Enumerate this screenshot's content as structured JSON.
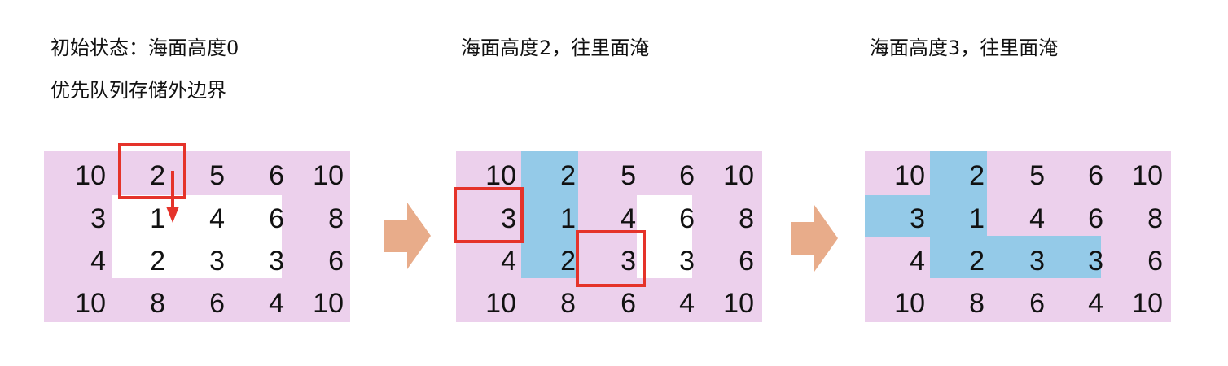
{
  "panels": [
    {
      "caption_lines": [
        "初始状态：海面高度0",
        "优先队列存储外边界"
      ],
      "sea_level": 0,
      "grid": [
        [
          "10",
          "2",
          "5",
          "6",
          "10"
        ],
        [
          "3",
          "1",
          "4",
          "6",
          "8"
        ],
        [
          "4",
          "2",
          "3",
          "3",
          "6"
        ],
        [
          "10",
          "8",
          "6",
          "4",
          "10"
        ]
      ],
      "highlight": "cell (0,1) value 2 with arrow pointing down to (1,1)"
    },
    {
      "caption_lines": [
        "海面高度2，往里面淹"
      ],
      "sea_level": 2,
      "grid": [
        [
          "10",
          "2",
          "5",
          "6",
          "10"
        ],
        [
          "3",
          "1",
          "4",
          "6",
          "8"
        ],
        [
          "4",
          "2",
          "3",
          "3",
          "6"
        ],
        [
          "10",
          "8",
          "6",
          "4",
          "10"
        ]
      ],
      "highlight": "cells (1,0) value 3 and (2,2) value 3"
    },
    {
      "caption_lines": [
        "海面高度3，往里面淹"
      ],
      "sea_level": 3,
      "grid": [
        [
          "10",
          "2",
          "5",
          "6",
          "10"
        ],
        [
          "3",
          "1",
          "4",
          "6",
          "8"
        ],
        [
          "4",
          "2",
          "3",
          "3",
          "6"
        ],
        [
          "10",
          "8",
          "6",
          "4",
          "10"
        ]
      ]
    }
  ],
  "colors": {
    "boundary_pink": "#ecd0ec",
    "flooded_blue": "#94cae8",
    "interior_white": "#ffffff",
    "highlight_red": "#e5332a",
    "flow_arrow": "#e8ac8a"
  }
}
